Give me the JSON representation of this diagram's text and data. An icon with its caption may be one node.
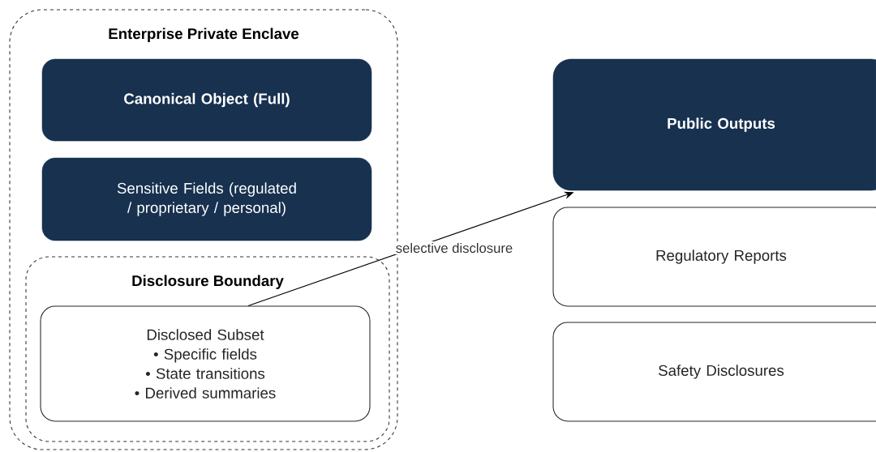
{
  "diagram": {
    "nodes": [
      {
        "text": [
          "Enterprise Private Enclave"
        ]
      },
      {
        "text": [
          "Canonical Object (Full)"
        ],
        "in": 0
      },
      {
        "text": [
          "Sensitive Fields (regulated / proprietary / personal)"
        ],
        "in": 0
      },
      {
        "text": [
          "Disclosure Boundary"
        ],
        "in": 0
      },
      {
        "text": [
          "Disclosed Subset",
          "• Specific fields",
          "• State transitions",
          "• Derived summaries"
        ],
        "in": 3
      },
      {
        "text": [
          "Public Outputs"
        ]
      },
      {
        "text": [
          "Regulatory Reports"
        ]
      },
      {
        "text": [
          "Safety Disclosures"
        ]
      }
    ],
    "edges": [
      {
        "from": 4,
        "to": 5,
        "arrow": "to",
        "label": "selective disclosure"
      }
    ]
  }
}
